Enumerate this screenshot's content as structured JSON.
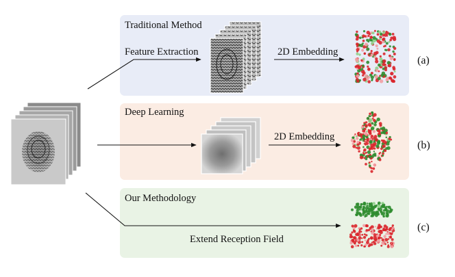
{
  "panels": {
    "a": {
      "title": "Traditional Method",
      "step_label": "Feature Extraction",
      "embed_label": "2D Embedding",
      "tag": "(a)",
      "bg": "#e8ecf7"
    },
    "b": {
      "title": "Deep Learning",
      "embed_label": "2D Embedding",
      "tag": "(b)",
      "bg": "#fbece3"
    },
    "c": {
      "title": "Our Methodology",
      "field_label": "Extend Reception Field",
      "tag": "(c)",
      "bg": "#e9f3e5"
    }
  },
  "colors": {
    "red_class": "#d9262b",
    "green_class": "#2f8c2f",
    "pink_class": "#f2a0a4",
    "light_green": "#8fd08a"
  },
  "icons": {
    "input": "fingerprint-stack-icon",
    "traditional_features": "fingerprint-feature-stack-icon",
    "deep_features": "feature-map-stack-icon"
  }
}
